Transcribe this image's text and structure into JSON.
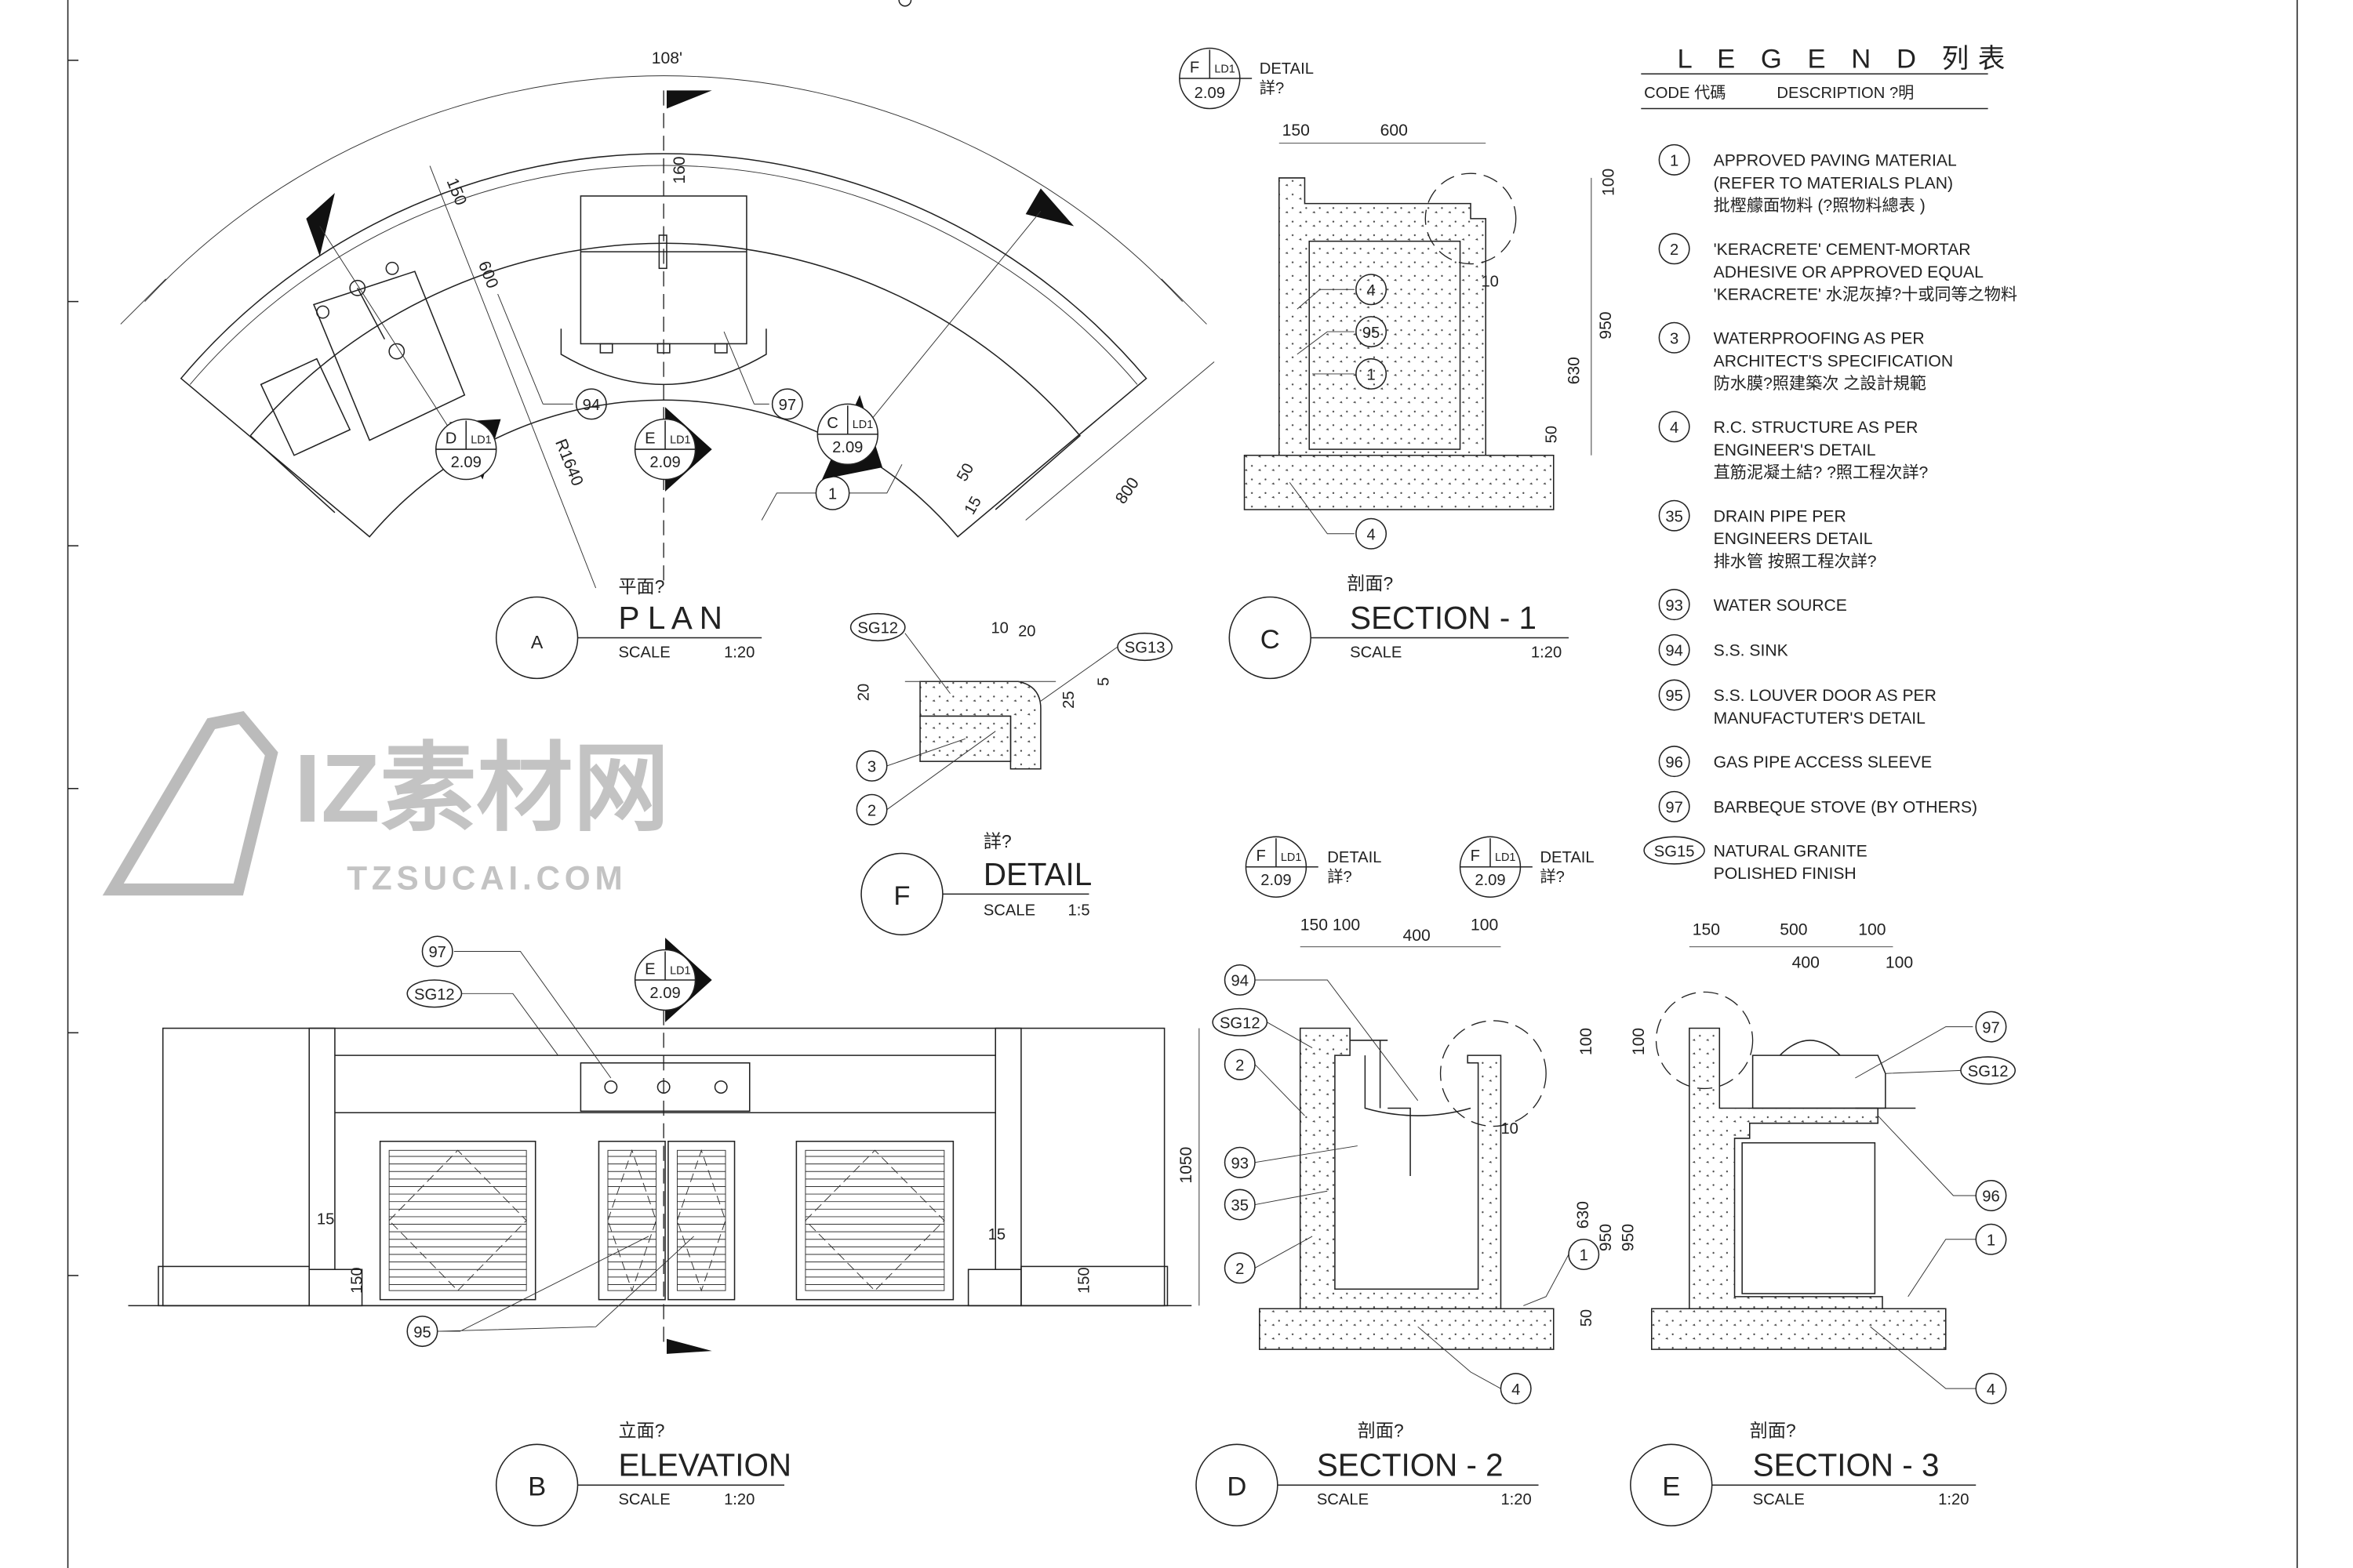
{
  "legend": {
    "title": "L E G E N D  列表",
    "code_header": "CODE 代碼",
    "description_header": "DESCRIPTION  ?明",
    "items": [
      {
        "code": "1",
        "lines": [
          "APPROVED PAVING MATERIAL",
          "(REFER TO MATERIALS PLAN)",
          "批樫艨面物料 (?照物料總表 )"
        ]
      },
      {
        "code": "2",
        "lines": [
          "'KERACRETE' CEMENT-MORTAR",
          "ADHESIVE OR APPROVED EQUAL",
          "'KERACRETE' 水泥灰掉?十或同等之物料"
        ]
      },
      {
        "code": "3",
        "lines": [
          "WATERPROOFING AS PER",
          "ARCHITECT'S SPECIFICATION",
          "防水膜?照建築次  之設計規範"
        ]
      },
      {
        "code": "4",
        "lines": [
          "R.C. STRUCTURE AS PER",
          "ENGINEER'S DETAIL",
          "苴筋泥凝土結?  ?照工程次詳?"
        ]
      },
      {
        "code": "35",
        "lines": [
          "DRAIN PIPE PER",
          "ENGINEERS DETAIL",
          "排水管  按照工程次詳?"
        ]
      },
      {
        "code": "93",
        "lines": [
          "WATER  SOURCE"
        ]
      },
      {
        "code": "94",
        "lines": [
          "S.S. SINK"
        ]
      },
      {
        "code": "95",
        "lines": [
          "S.S. LOUVER DOOR AS PER",
          "MANUFACTUTER'S DETAIL"
        ]
      },
      {
        "code": "96",
        "lines": [
          "GAS PIPE ACCESS SLEEVE"
        ]
      },
      {
        "code": "97",
        "lines": [
          "BARBEQUE STOVE (BY OTHERS)"
        ]
      },
      {
        "code": "SG15",
        "lines": [
          "NATURAL GRANITE",
          "POLISHED FINISH"
        ]
      }
    ]
  },
  "views": {
    "plan": {
      "letter": "A",
      "cn": "平面?",
      "title": "P L A N",
      "scale_label": "SCALE",
      "scale": "1:20"
    },
    "elevation": {
      "letter": "B",
      "cn": "立面?",
      "title": "ELEVATION",
      "scale_label": "SCALE",
      "scale": "1:20"
    },
    "section1": {
      "letter": "C",
      "cn": "剖面?",
      "title": "SECTION - 1",
      "scale_label": "SCALE",
      "scale": "1:20"
    },
    "section2": {
      "letter": "D",
      "cn": "剖面?",
      "title": "SECTION - 2",
      "scale_label": "SCALE",
      "scale": "1:20"
    },
    "section3": {
      "letter": "E",
      "cn": "剖面?",
      "title": "SECTION - 3",
      "scale_label": "SCALE",
      "scale": "1:20"
    },
    "detail": {
      "letter": "F",
      "cn": "詳?",
      "title": "DETAIL",
      "scale_label": "SCALE",
      "scale": "1:5"
    }
  },
  "references": {
    "sheet": "LD1",
    "page": "2.09",
    "detail_label": "DETAIL",
    "detail_cn": "詳?",
    "letters": {
      "c": "C",
      "d": "D",
      "e": "E",
      "f": "F"
    }
  },
  "dimensions": {
    "plan": {
      "angle": "108'",
      "d150": "150",
      "d160": "160",
      "d600": "600",
      "radius": "R1640",
      "d50": "50",
      "d15": "15",
      "d800": "800"
    },
    "section1": {
      "d150": "150",
      "d600": "600",
      "d100": "100",
      "d10": "10",
      "d950": "950",
      "d630": "630",
      "d50": "50"
    },
    "detail": {
      "d10": "10",
      "d20": "20",
      "d20b": "20",
      "d25": "25",
      "d5": "5"
    },
    "elevation": {
      "d1050": "1050",
      "d15a": "15",
      "d150a": "150",
      "d15b": "15",
      "d150b": "150"
    },
    "section2": {
      "d150_100": "150 100",
      "d400": "400",
      "d100": "100",
      "d100v": "100",
      "d10": "10",
      "d950": "950",
      "d630": "630",
      "d50": "50"
    },
    "section3": {
      "d150": "150",
      "d500": "500",
      "d100": "100",
      "d400": "400",
      "d100b": "100",
      "d100v": "100",
      "d950": "950"
    }
  },
  "callouts": {
    "plan": [
      "94",
      "97",
      "1"
    ],
    "section1": [
      "4",
      "95",
      "1",
      "4"
    ],
    "detail": [
      "SG12",
      "SG13",
      "3",
      "2"
    ],
    "elevation": [
      "97",
      "SG12",
      "95"
    ],
    "section2": [
      "94",
      "SG12",
      "2",
      "93",
      "35",
      "2",
      "1",
      "4"
    ],
    "section3": [
      "97",
      "SG12",
      "96",
      "1",
      "4"
    ]
  },
  "watermark": {
    "logo": "IZ素材网",
    "url": "TZSUCAI.COM"
  }
}
